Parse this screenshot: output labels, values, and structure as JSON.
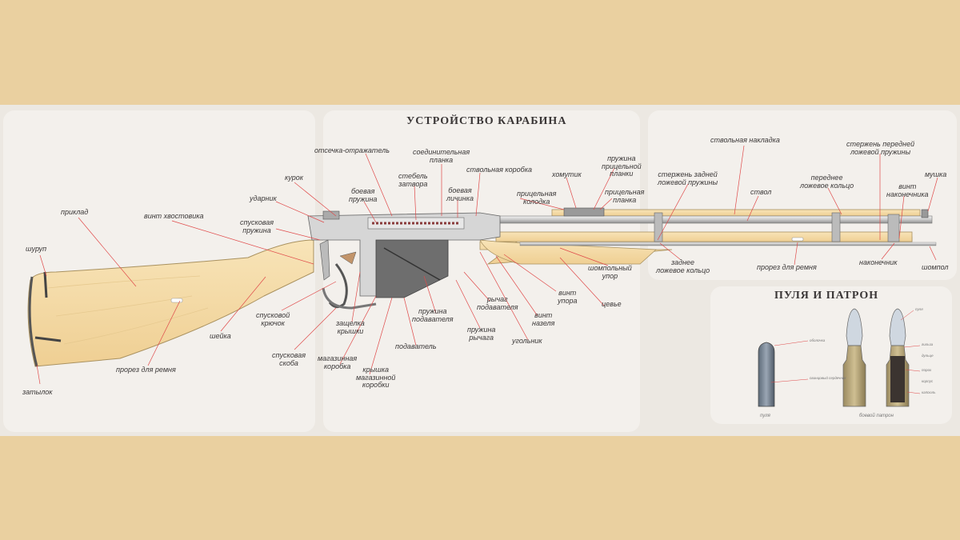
{
  "title": "УСТРОЙСТВО КАРАБИНА",
  "subtitle": "ПУЛЯ И ПАТРОН",
  "colors": {
    "background": "#ead0a0",
    "poster": "#ece8e2",
    "wood": "#f6deae",
    "steel": "#cfcfcf",
    "leader": "#e04a4a",
    "text": "#3b3838"
  },
  "labels": {
    "priklad": "приклад",
    "shurup": "шуруп",
    "vint_khvostovika": "винт хвостовика",
    "zatylok": "затылок",
    "prorez_remnya_1": "прорез для ремня",
    "sheyka": "шейка",
    "spuskovoy_kryuchok": "спусковой\nкрючок",
    "spuskovaya_skoba": "спусковая\nскоба",
    "kurok": "курок",
    "udarnik": "ударник",
    "spuskovaya_pruzhina": "спусковая\nпружина",
    "otsechka": "отсечка-отражатель",
    "boevaya_pruzhina": "боевая\nпружина",
    "stebel_zatvora": "стебель\nзатвора",
    "soedinitelnaya_planka": "соединительная\nпланка",
    "boevaya_lichinka": "боевая\nличинка",
    "stvolnaya_korobka": "ствольная коробка",
    "zashchelka": "защелка\nкрышки",
    "magazinnaya_korobka": "магазинная\nкоробка",
    "kryshka": "крышка\nмагазинной\nкоробки",
    "podavatel": "подаватель",
    "pruzhina_podavatelya": "пружина\nподавателя",
    "rychag_podavatelya": "рычаг\nподавателя",
    "pruzhina_rychaga": "пружина\nрычага",
    "ugolnik": "угольник",
    "vint_uporа": "винт\nупора",
    "vint_nazelya": "винт\nназеля",
    "tsevye": "цевье",
    "homutik": "хомутик",
    "pricelnaya_kolodka": "прицельная\nколодка",
    "pruzhina_pricelnoy": "пружина\nприцельной\nпланки",
    "pricelnaya_planka": "прицельная\nпланка",
    "stvolnaya_nakladka": "ствольная накладка",
    "sterzhen_zadney": "стержень задней\nложевой пружины",
    "stvol": "ствол",
    "sterzhen_peredney": "стержень передней\nложевой пружины",
    "perednee_kolco": "переднее\nложевое кольцо",
    "mushka": "мушка",
    "vint_nakonechnika": "винт\nнаконечника",
    "nakonechnik": "наконечник",
    "shompol": "шомпол",
    "zadnee_kolco": "заднее\nложевое кольцо",
    "prorez_remnya_2": "прорез для ремня",
    "shompolny_upor": "шомпольный\nупор"
  },
  "ammo": {
    "bullet_caption": "пуля",
    "cartridge_caption": "боевой патрон",
    "bullet_parts": [
      "оболочка",
      "свинцовый сердечник"
    ],
    "cartridge_parts": [
      "пуля",
      "гильза",
      "порох",
      "капсюль",
      "дульце",
      "корпус"
    ]
  }
}
